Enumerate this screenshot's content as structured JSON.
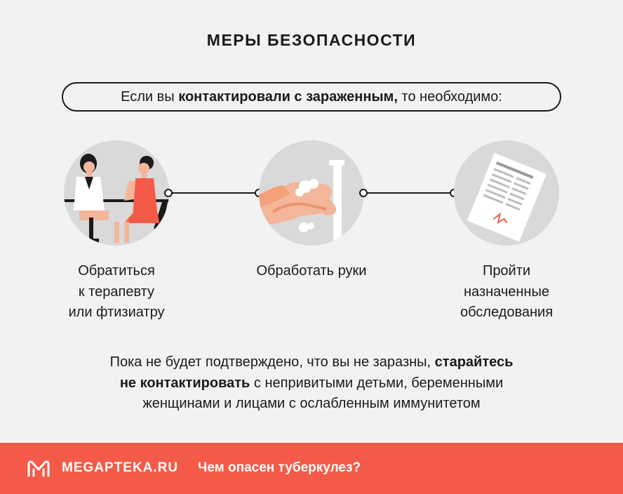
{
  "title": "МЕРЫ БЕЗОПАСНОСТИ",
  "intro": {
    "prefix": "Если вы ",
    "bold": "контактировали с зараженным,",
    "suffix": " то необходимо:"
  },
  "steps": [
    {
      "icon": "doctor-consultation-icon",
      "lines": [
        "Обратиться",
        "к терапевту",
        "или фтизиатру"
      ]
    },
    {
      "icon": "hand-washing-icon",
      "lines": [
        "Обработать руки"
      ]
    },
    {
      "icon": "medical-document-icon",
      "lines": [
        "Пройти",
        "назначенные",
        "обследования"
      ]
    }
  ],
  "notice": {
    "line1_normal": "Пока не будет подтверждено, что вы не заразны, ",
    "line1_bold": "старайтесь",
    "line2_bold": "не контактировать",
    "line2_normal": " с непривитыми детьми, беременными",
    "line3": "женщинами и лицами с ослабленным иммунитетом"
  },
  "footer": {
    "brand": "MEGAPTEKA.RU",
    "link": "Чем опасен туберкулез?"
  },
  "colors": {
    "background": "#f2f2f2",
    "accent": "#f45a48",
    "circle": "#d9d9d9"
  }
}
